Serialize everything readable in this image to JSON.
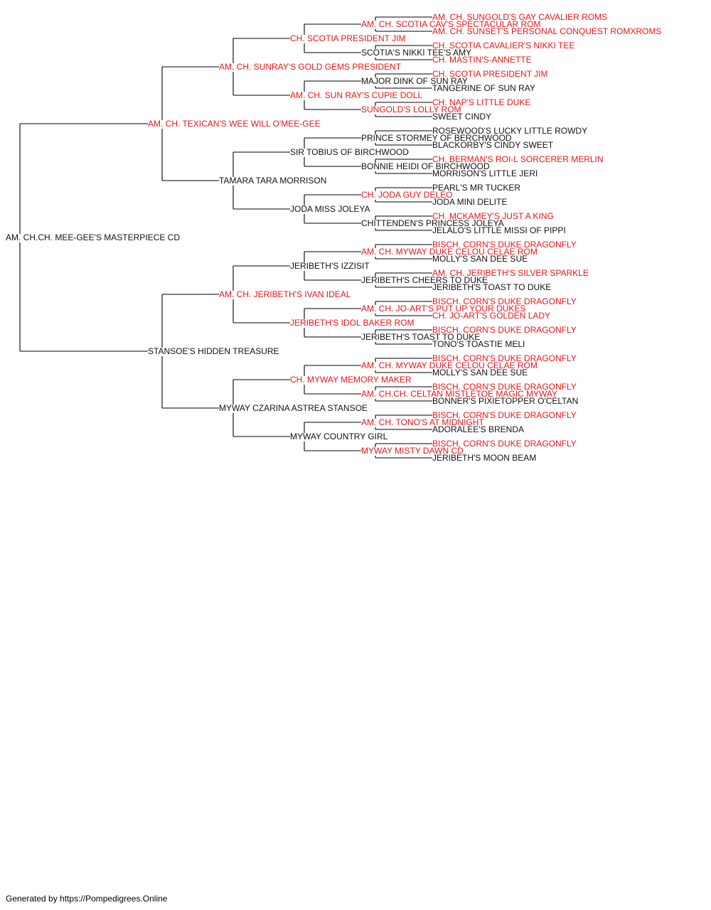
{
  "colors": {
    "champion": "#e8141a",
    "regular": "#111111",
    "line": "#000000"
  },
  "subject": {
    "name": "AM. CH.CH. MEE-GEE'S MASTERPIECE CD",
    "champion": false
  },
  "generations": [
    [
      {
        "name": "AM. CH. TEXICAN'S WEE WILL O'MEE-GEE",
        "champion": true
      },
      {
        "name": "STANSOE'S HIDDEN TREASURE",
        "champion": false
      }
    ],
    [
      {
        "name": "AM. CH. SUNRAY'S GOLD GEMS PRESIDENT",
        "champion": true
      },
      {
        "name": "TAMARA TARA MORRISON",
        "champion": false
      },
      {
        "name": "AM. CH. JERIBETH'S IVAN IDEAL",
        "champion": true
      },
      {
        "name": "MYWAY CZARINA ASTREA STANSOE",
        "champion": false
      }
    ],
    [
      {
        "name": "CH. SCOTIA PRESIDENT JIM",
        "champion": true
      },
      {
        "name": "AM. CH. SUN RAY'S CUPIE DOLL",
        "champion": true
      },
      {
        "name": "SIR TOBIUS OF BIRCHWOOD",
        "champion": false
      },
      {
        "name": "JODA MISS JOLEYA",
        "champion": false
      },
      {
        "name": "JERIBETH'S IZZISIT",
        "champion": false
      },
      {
        "name": "JERIBETH'S IDOL BAKER ROM",
        "champion": true
      },
      {
        "name": "CH. MYWAY MEMORY MAKER",
        "champion": true
      },
      {
        "name": "MYWAY COUNTRY GIRL",
        "champion": false
      }
    ],
    [
      {
        "name": "AM. CH. SCOTIA CAV'S SPECTACULAR ROM",
        "champion": true
      },
      {
        "name": "SCOTIA'S NIKKI TEE'S AMY",
        "champion": false
      },
      {
        "name": "MAJOR DINK OF SUN RAY",
        "champion": false
      },
      {
        "name": "SUNGOLD'S LOLLY ROM",
        "champion": true
      },
      {
        "name": "PRINCE STORMEY OF BERCHWOOD",
        "champion": false
      },
      {
        "name": "BONNIE HEIDI OF BIRCHWOOD",
        "champion": false
      },
      {
        "name": "CH. JODA GUY DELEO",
        "champion": true
      },
      {
        "name": "CHITTENDEN'S PRINCESS JOLEYA",
        "champion": false
      },
      {
        "name": "AM. CH. MYWAY DUKE CELOU CELAE ROM",
        "champion": true
      },
      {
        "name": "JERIBETH'S CHEERS TO DUKE",
        "champion": false
      },
      {
        "name": "AM. CH. JO-ART'S PUT UP YOUR DUKES",
        "champion": true
      },
      {
        "name": "JERIBETH'S TOAST TO DUKE",
        "champion": false
      },
      {
        "name": "AM. CH. MYWAY DUKE CELOU CELAE ROM",
        "champion": true
      },
      {
        "name": "AM. CH.CH. CELTAN MISTLETOE MAGIC MYWAY",
        "champion": true
      },
      {
        "name": "AM. CH. TONO'S AT MIDNIGHT",
        "champion": true
      },
      {
        "name": "MYWAY MISTY DAWN CD",
        "champion": true
      }
    ],
    [
      {
        "name": "AM. CH. SUNGOLD'S GAY CAVALIER ROMS",
        "champion": true
      },
      {
        "name": "AM. CH. SUNSET'S PERSONAL CONQUEST ROMXROMS",
        "champion": true
      },
      {
        "name": "CH. SCOTIA CAVALIER'S NIKKI TEE",
        "champion": true
      },
      {
        "name": "CH. MASTIN'S-ANNETTE",
        "champion": true
      },
      {
        "name": "CH. SCOTIA PRESIDENT JIM",
        "champion": true
      },
      {
        "name": "TANGERINE OF SUN RAY",
        "champion": false
      },
      {
        "name": "CH. NAP'S LITTLE DUKE",
        "champion": true
      },
      {
        "name": "SWEET CINDY",
        "champion": false
      },
      {
        "name": "ROSEWOOD'S LUCKY LITTLE ROWDY",
        "champion": false
      },
      {
        "name": "BLACKORBY'S CINDY SWEET",
        "champion": false
      },
      {
        "name": "CH. BERMAN'S ROI-L SORCERER MERLIN",
        "champion": true
      },
      {
        "name": "MORRISON'S LITTLE JERI",
        "champion": false
      },
      {
        "name": "PEARL'S MR TUCKER",
        "champion": false
      },
      {
        "name": "JODA MINI DELITE",
        "champion": false
      },
      {
        "name": "CH. MCKAMEY'S JUST A KING",
        "champion": true
      },
      {
        "name": "JELALO'S LITTLE MISSI OF PIPPI",
        "champion": false
      },
      {
        "name": "BISCH. CORN'S DUKE DRAGONFLY",
        "champion": true
      },
      {
        "name": "MOLLY'S SAN DEE SUE",
        "champion": false
      },
      {
        "name": "AM. CH. JERIBETH'S SILVER SPARKLE",
        "champion": true
      },
      {
        "name": "JERIBETH'S TOAST TO DUKE",
        "champion": false
      },
      {
        "name": "BISCH. CORN'S DUKE DRAGONFLY",
        "champion": true
      },
      {
        "name": "CH. JO-ART'S GOLDEN LADY",
        "champion": true
      },
      {
        "name": "BISCH. CORN'S DUKE DRAGONFLY",
        "champion": true
      },
      {
        "name": "TONO'S TOASTIE MELI",
        "champion": false
      },
      {
        "name": "BISCH. CORN'S DUKE DRAGONFLY",
        "champion": true
      },
      {
        "name": "MOLLY'S SAN DEE SUE",
        "champion": false
      },
      {
        "name": "BISCH. CORN'S DUKE DRAGONFLY",
        "champion": true
      },
      {
        "name": "BONNER'S PIXIETOPPER O'CELTAN",
        "champion": false
      },
      {
        "name": "BISCH. CORN'S DUKE DRAGONFLY",
        "champion": true
      },
      {
        "name": "ADORALEE'S BRENDA",
        "champion": false
      },
      {
        "name": "BISCH. CORN'S DUKE DRAGONFLY",
        "champion": true
      },
      {
        "name": "JERIBETH'S MOON BEAM",
        "champion": false
      }
    ]
  ],
  "footer": "Generated by https://Pompedigrees.Online"
}
